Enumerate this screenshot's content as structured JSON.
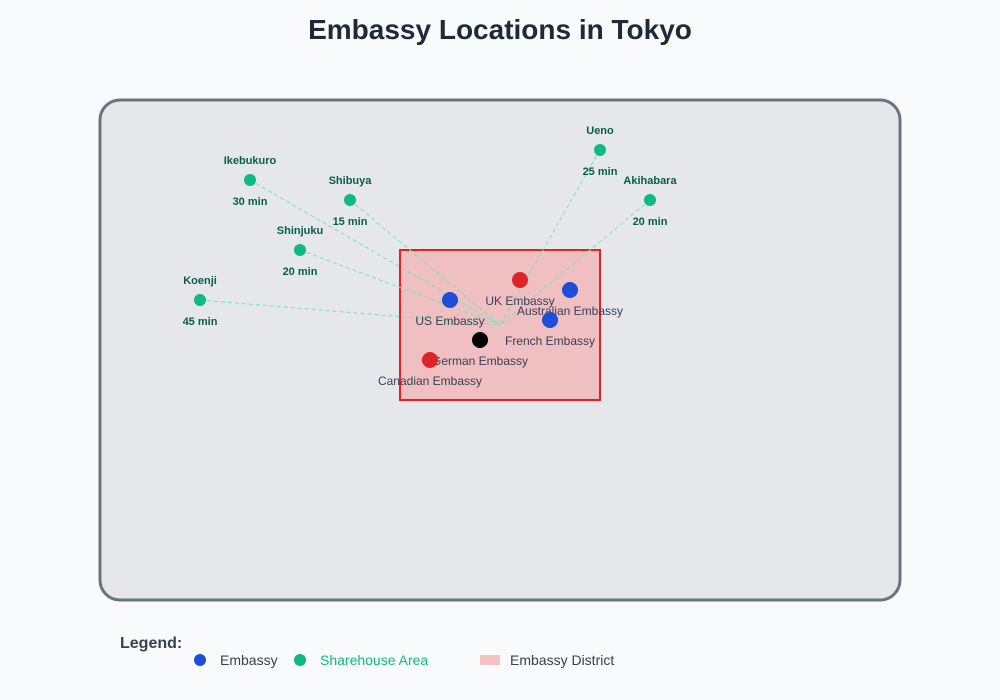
{
  "title": "Embassy Locations in Tokyo",
  "colors": {
    "embassy_blue": "#1d4ed8",
    "embassy_red": "#dc2626",
    "embassy_black": "#000000",
    "sharehouse": "#10b981",
    "district_fill": "#f5c2c2",
    "district_border": "#dc2626",
    "route_line": "#6ee7b7"
  },
  "embassies": [
    {
      "name": "US Embassy",
      "color": "#1d4ed8"
    },
    {
      "name": "UK Embassy",
      "color": "#dc2626"
    },
    {
      "name": "Australian Embassy",
      "color": "#1d4ed8"
    },
    {
      "name": "French Embassy",
      "color": "#1d4ed8"
    },
    {
      "name": "German Embassy",
      "color": "#000000"
    },
    {
      "name": "Canadian Embassy",
      "color": "#dc2626"
    }
  ],
  "sharehouse_areas": [
    {
      "name": "Ikebukuro",
      "time": "30 min"
    },
    {
      "name": "Shibuya",
      "time": "15 min"
    },
    {
      "name": "Shinjuku",
      "time": "20 min"
    },
    {
      "name": "Koenji",
      "time": "45 min"
    },
    {
      "name": "Ueno",
      "time": "25 min"
    },
    {
      "name": "Akihabara",
      "time": "20 min"
    }
  ],
  "legend": {
    "title": "Legend:",
    "embassy": "Embassy",
    "sharehouse": "Sharehouse Area",
    "district": "Embassy District"
  }
}
